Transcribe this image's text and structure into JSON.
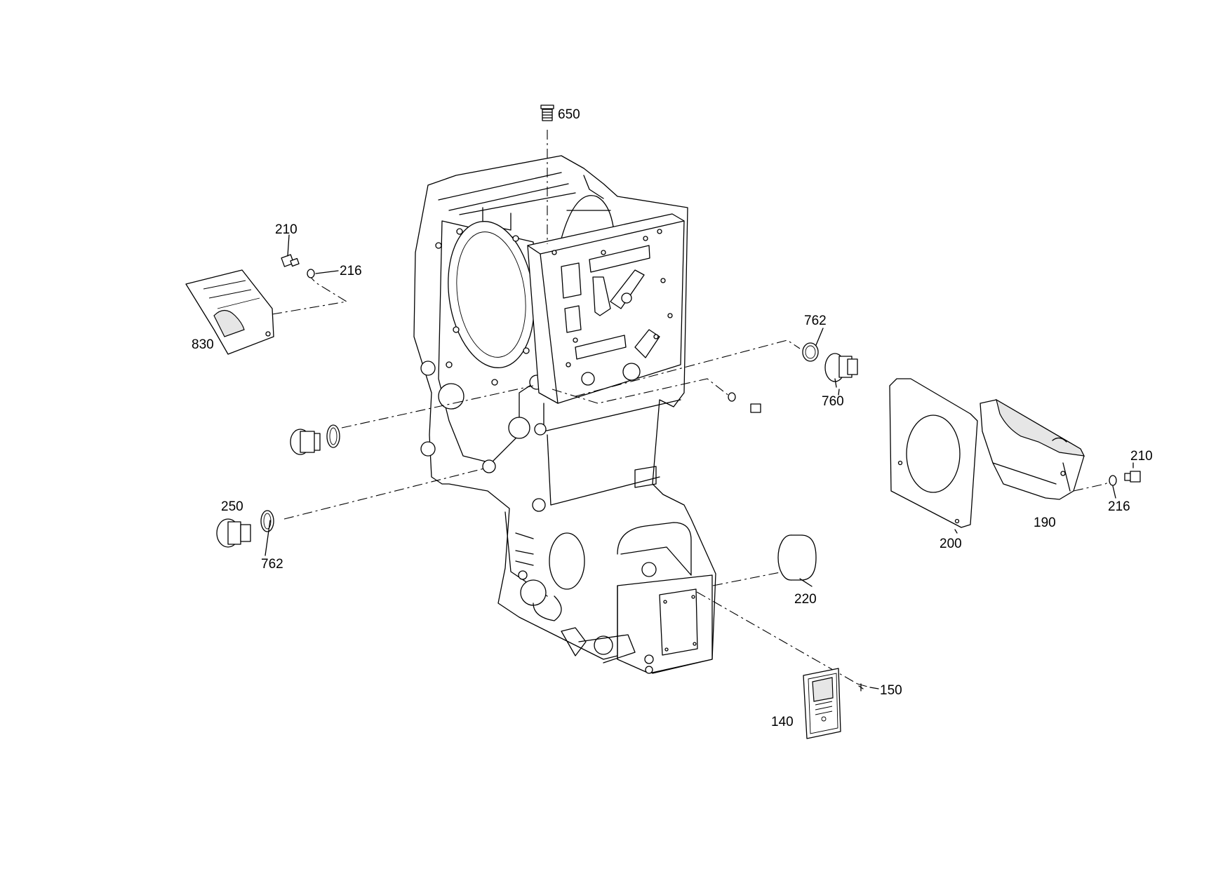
{
  "callouts": {
    "c650": "650",
    "c210_left": "210",
    "c216_left": "216",
    "c830": "830",
    "c762_top": "762",
    "c760": "760",
    "c250": "250",
    "c762_bottom": "762",
    "c220": "220",
    "c200": "200",
    "c190": "190",
    "c210_right": "210",
    "c216_right": "216",
    "c150": "150",
    "c140": "140"
  }
}
